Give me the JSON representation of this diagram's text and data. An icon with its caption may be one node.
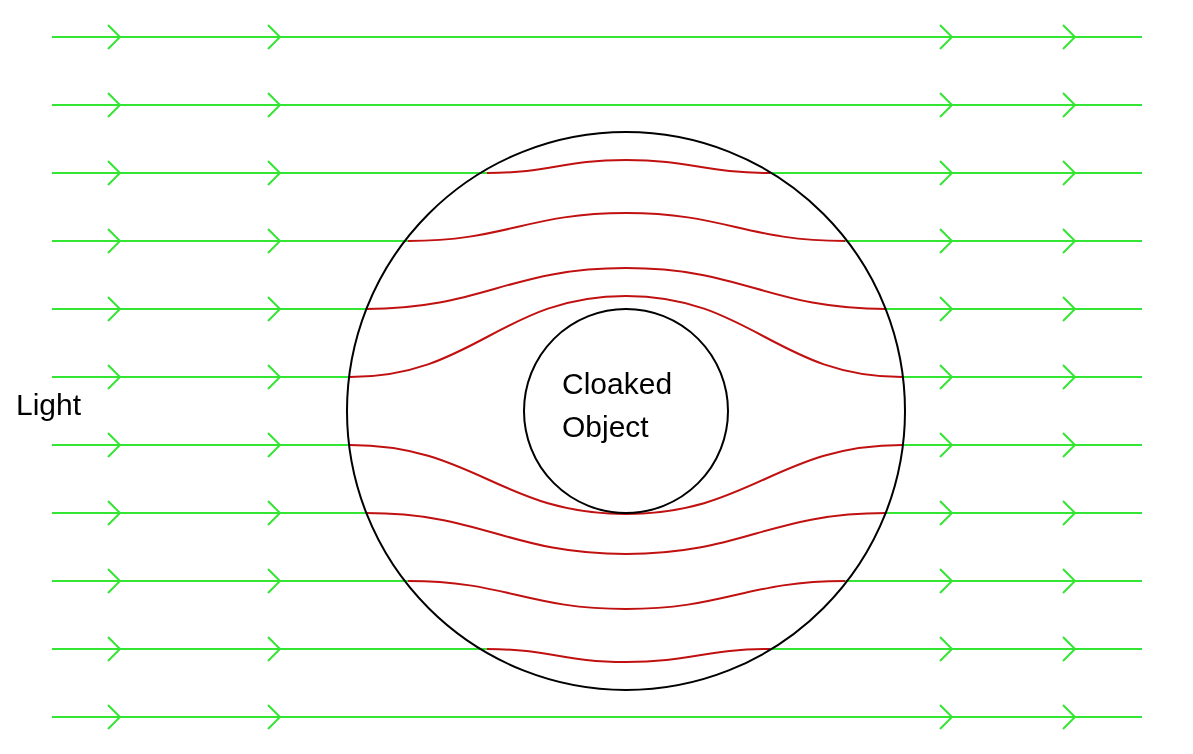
{
  "diagram": {
    "nodes": [
      {
        "text": [],
        "shape": "circle"
      },
      {
        "text": [
          "Cloaked Object"
        ],
        "in": 0
      }
    ],
    "labels": [
      "Light"
    ]
  }
}
